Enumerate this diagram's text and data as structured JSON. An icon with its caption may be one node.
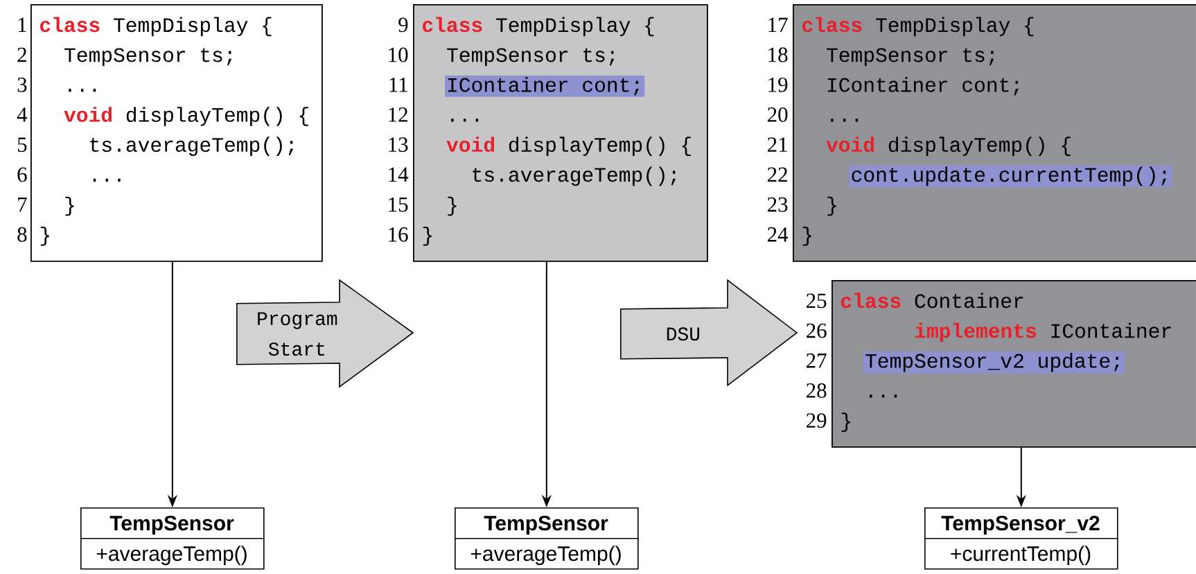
{
  "diagram": {
    "nodes": [
      {
        "text": [
          "**class** TempDisplay {",
          "TempSensor ts;",
          "...",
          "**void** displayTemp() {",
          "ts.averageTemp();",
          "...",
          "}",
          "}"
        ],
        "beside": [
          "1",
          "2",
          "3",
          "4",
          "5",
          "6",
          "7",
          "8"
        ]
      },
      {
        "text": [
          "**class** TempDisplay {",
          "TempSensor ts;",
          "IContainer cont;",
          "...",
          "**void** displayTemp() {",
          "ts.averageTemp();",
          "}",
          "}"
        ],
        "beside": [
          "9",
          "10",
          "11",
          "12",
          "13",
          "14",
          "15",
          "16"
        ]
      },
      {
        "text": [
          "**class** TempDisplay {",
          "TempSensor ts;",
          "IContainer cont;",
          "...",
          "**void** displayTemp() {",
          "cont.update.currentTemp();",
          "}",
          "}"
        ],
        "beside": [
          "17",
          "18",
          "19",
          "20",
          "21",
          "22",
          "23",
          "24"
        ]
      },
      {
        "text": [
          "**class** Container",
          "**implements** IContainer",
          "TempSensor_v2 update;",
          "...",
          "}"
        ],
        "beside": [
          "25",
          "26",
          "27",
          "28",
          "29"
        ]
      },
      {
        "text": [
          "TempSensor",
          "+averageTemp()"
        ]
      },
      {
        "text": [
          "TempSensor",
          "+averageTemp()"
        ]
      },
      {
        "text": [
          "TempSensor_v2",
          "+currentTemp()"
        ]
      }
    ],
    "edges": [
      {
        "from": 0,
        "to": 4,
        "arrow": "to"
      },
      {
        "from": 1,
        "to": 5,
        "arrow": "to"
      },
      {
        "from": 3,
        "to": 6,
        "arrow": "to"
      },
      {
        "from": 0,
        "to": 1,
        "arrow": "to",
        "label": "Program Start",
        "style": "thick"
      },
      {
        "from": 1,
        "to": 3,
        "arrow": "to",
        "label": "DSU",
        "style": "thick"
      }
    ]
  }
}
